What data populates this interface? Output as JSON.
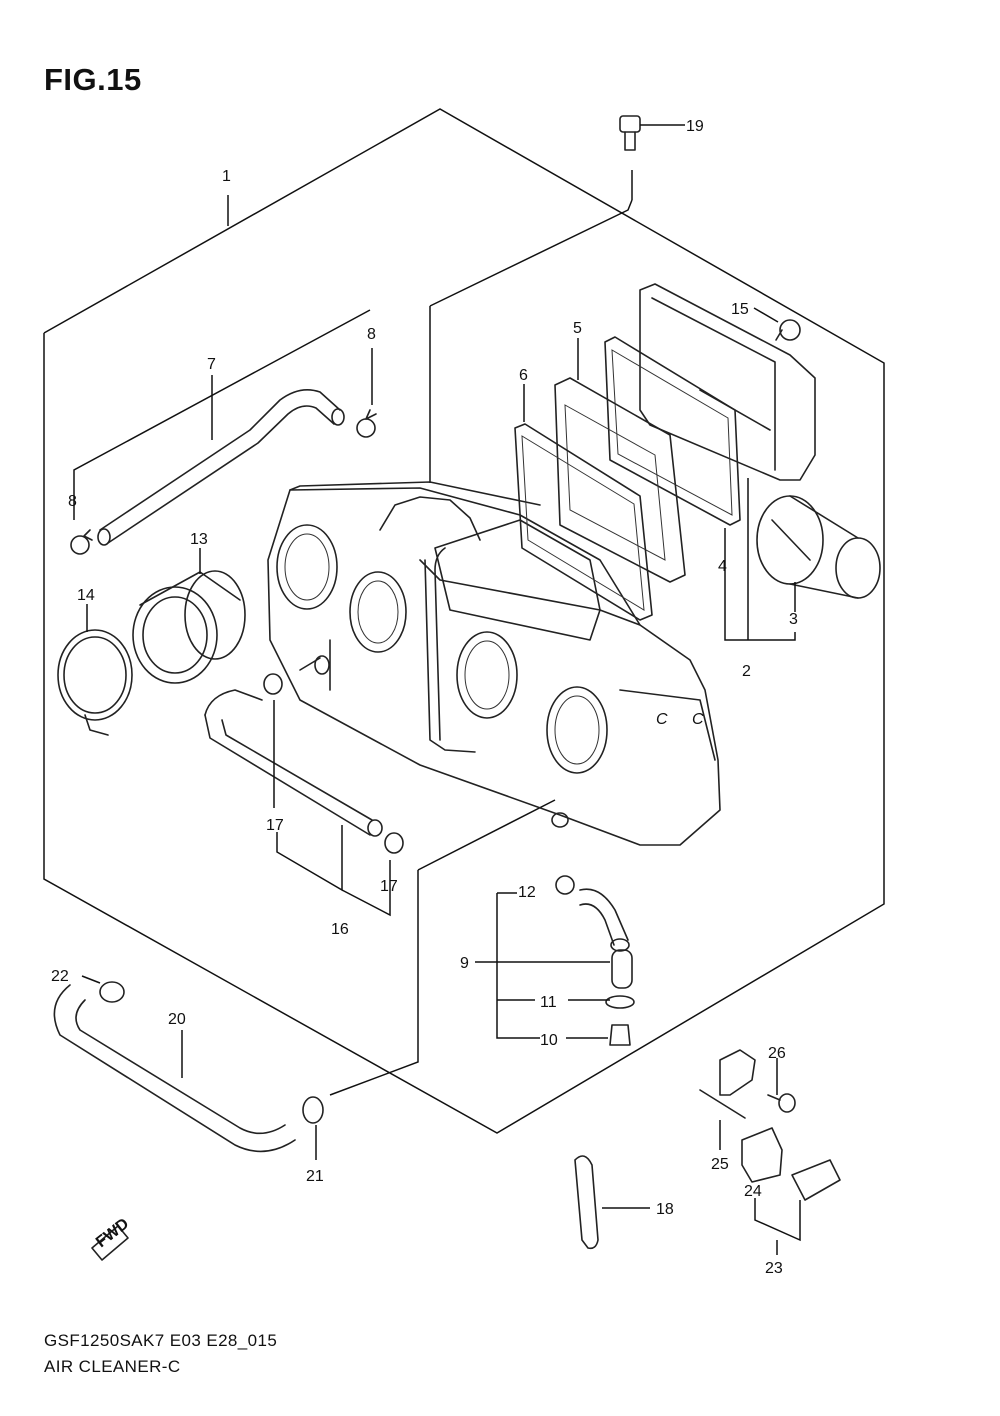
{
  "figure": {
    "title": "FIG.15",
    "code": "GSF1250SAK7 E03 E28_015",
    "name": "AIR CLEANER-C",
    "fwd_label": "FWD"
  },
  "callouts": [
    {
      "id": "c1",
      "text": "1"
    },
    {
      "id": "c2",
      "text": "2"
    },
    {
      "id": "c3",
      "text": "3"
    },
    {
      "id": "c4",
      "text": "4"
    },
    {
      "id": "c5",
      "text": "5"
    },
    {
      "id": "c6",
      "text": "6"
    },
    {
      "id": "c7",
      "text": "7"
    },
    {
      "id": "c8a",
      "text": "8"
    },
    {
      "id": "c8b",
      "text": "8"
    },
    {
      "id": "c9",
      "text": "9"
    },
    {
      "id": "c10",
      "text": "10"
    },
    {
      "id": "c11",
      "text": "11"
    },
    {
      "id": "c12",
      "text": "12"
    },
    {
      "id": "c13",
      "text": "13"
    },
    {
      "id": "c14",
      "text": "14"
    },
    {
      "id": "c15",
      "text": "15"
    },
    {
      "id": "c16",
      "text": "16"
    },
    {
      "id": "c17a",
      "text": "17"
    },
    {
      "id": "c17b",
      "text": "17"
    },
    {
      "id": "c18",
      "text": "18"
    },
    {
      "id": "c19",
      "text": "19"
    },
    {
      "id": "c20",
      "text": "20"
    },
    {
      "id": "c21",
      "text": "21"
    },
    {
      "id": "c22",
      "text": "22"
    },
    {
      "id": "c23",
      "text": "23"
    },
    {
      "id": "c24",
      "text": "24"
    },
    {
      "id": "c25",
      "text": "25"
    },
    {
      "id": "c26",
      "text": "26"
    }
  ]
}
